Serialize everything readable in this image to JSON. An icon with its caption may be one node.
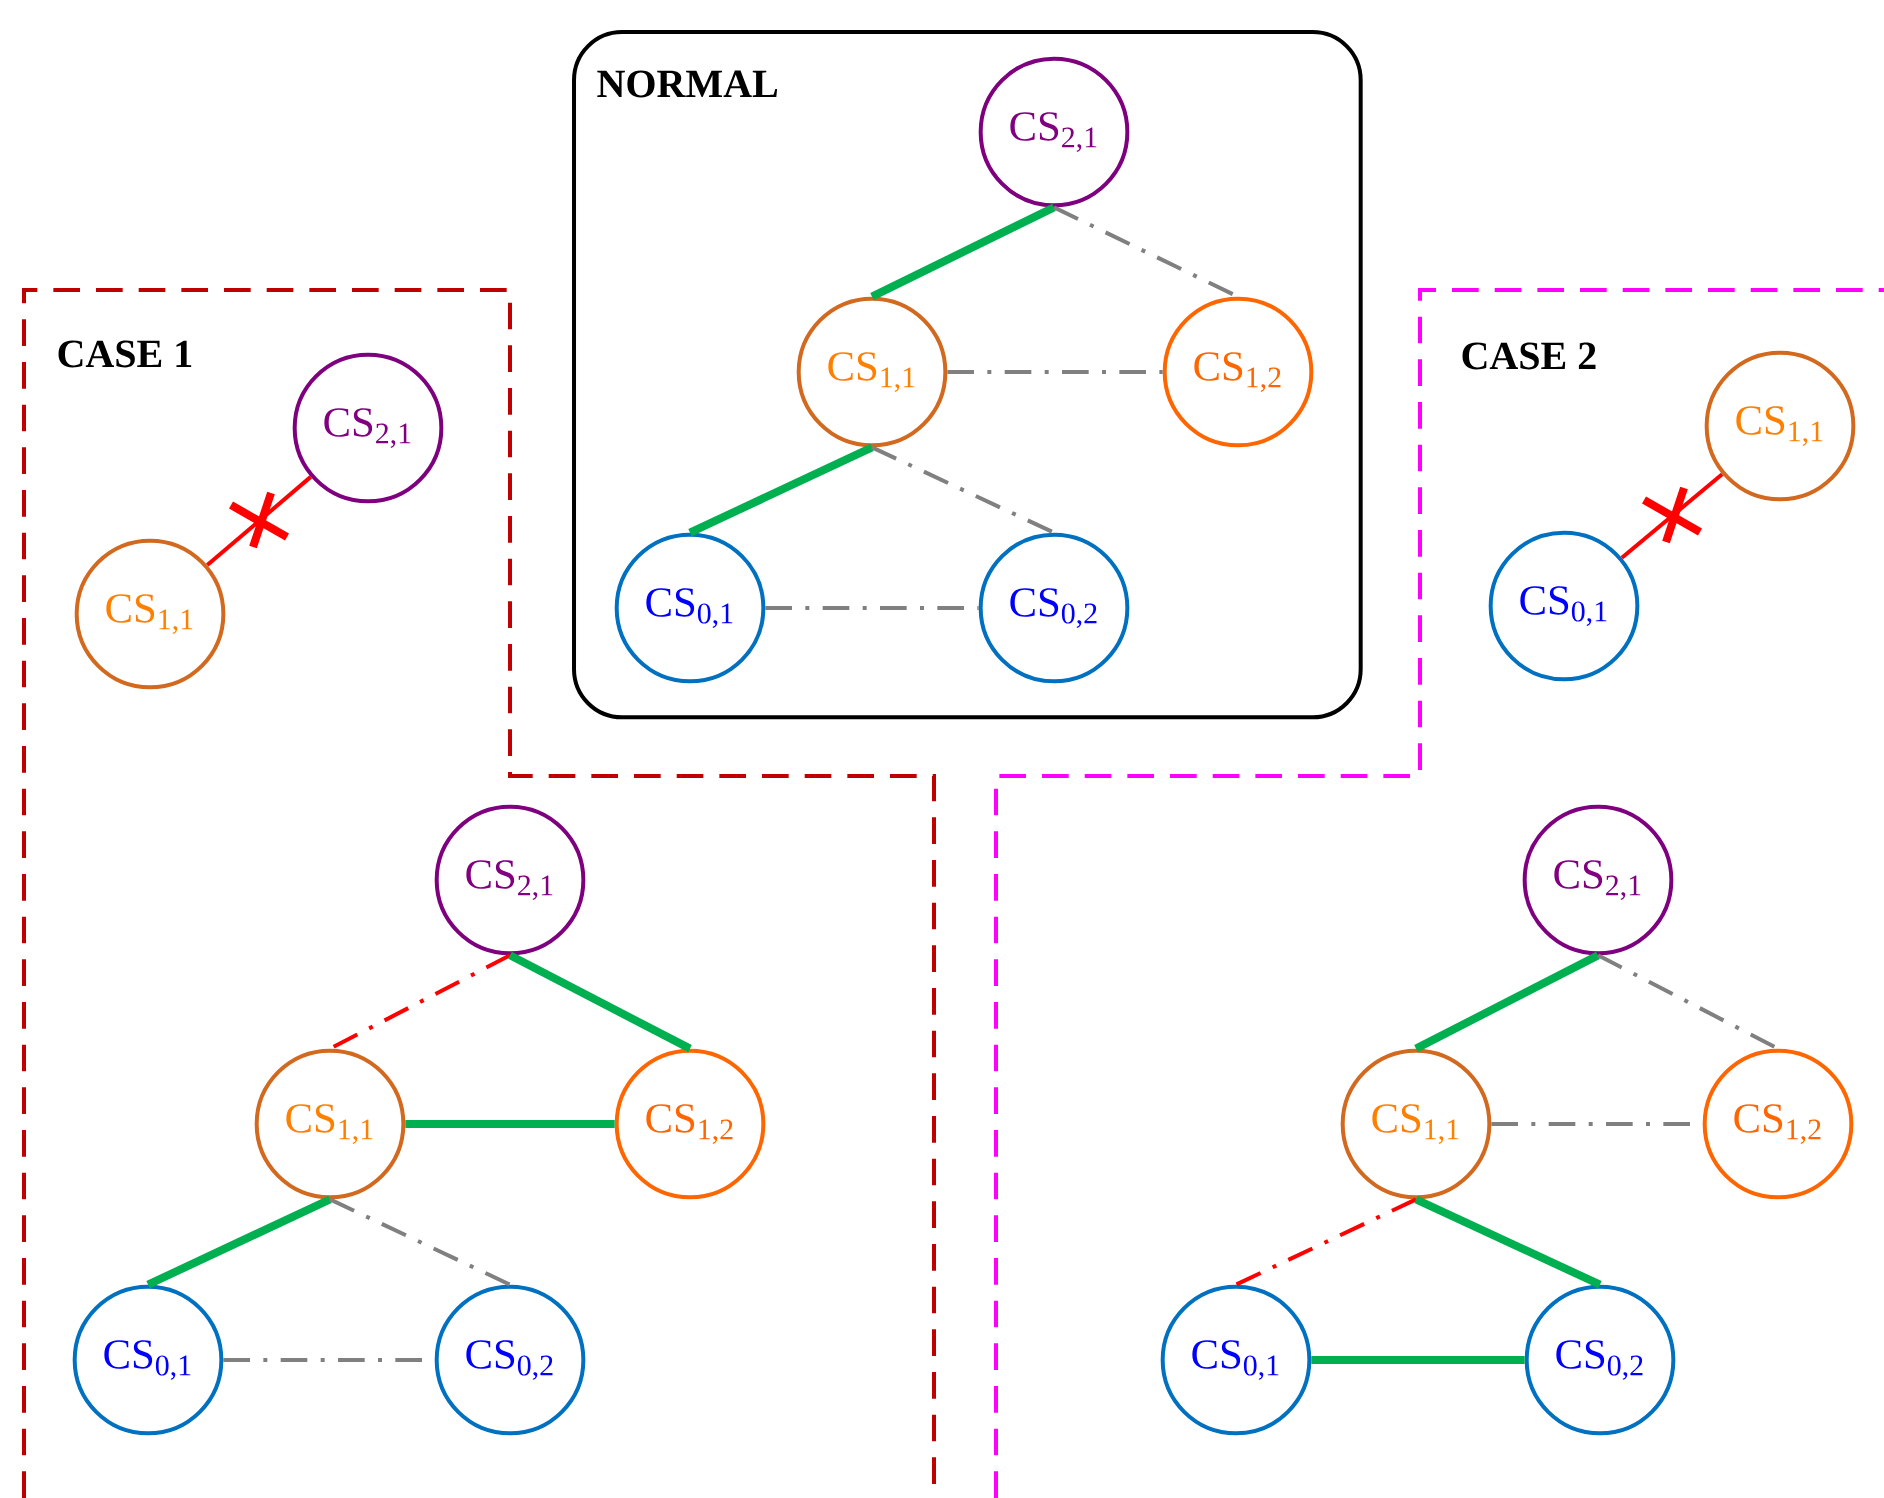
{
  "diagram": {
    "nodes": [
      {
        "text": [
          "NORMAL"
        ]
      },
      {
        "text": [
          "CS$_{2,1}$"
        ],
        "in": 0
      },
      {
        "text": [
          "CS$_{1,1}$"
        ],
        "in": 0
      },
      {
        "text": [
          "CS$_{1,2}$"
        ]
      },
      {
        "text": [
          "CS$_{0,1}$"
        ]
      },
      {
        "text": [
          "CS$_{0,2}$"
        ],
        "in": 0
      },
      {
        "text": [
          "CASE 1"
        ]
      },
      {
        "text": [
          "CS$_{2,1}$"
        ],
        "in": 6
      },
      {
        "text": [
          "CS$_{1,1}$"
        ],
        "in": 6
      },
      {
        "text": [
          "CS$_{2,1}$"
        ],
        "in": 6
      },
      {
        "text": [
          "CS$_{1,1}$"
        ],
        "in": 6
      },
      {
        "text": [
          "CS$_{1,2}$"
        ],
        "in": 6
      },
      {
        "text": [
          "CS$_{0,1}$"
        ],
        "in": 6
      },
      {
        "text": [
          "CS$_{0,2}$"
        ],
        "in": 6
      },
      {
        "text": [
          "CASE 2"
        ]
      },
      {
        "text": [
          "CS$_{1,1}$"
        ],
        "in": 14
      },
      {
        "text": [
          "CS$_{0,1}$"
        ],
        "in": 14
      },
      {
        "text": [
          "CS$_{2,1}$"
        ],
        "in": 14
      },
      {
        "text": [
          "CS$_{1,1}$"
        ],
        "in": 14
      },
      {
        "text": [
          "CS$_{1,2}$"
        ],
        "in": 14
      },
      {
        "text": [
          "CS$_{0,1}$"
        ],
        "in": 14
      },
      {
        "text": [
          "CS$_{0,2}$"
        ],
        "in": 14
      }
    ],
    "edges": [
      {
        "from": 1,
        "to": 2,
        "arrow": "none",
        "style": "thick",
        "color": "#00b050"
      },
      {
        "from": 1,
        "to": 3,
        "arrow": "none",
        "style": "dashed",
        "color": "#808080"
      },
      {
        "from": 2,
        "to": 3,
        "arrow": "none",
        "style": "dashed",
        "color": "#808080"
      },
      {
        "from": 2,
        "to": 4,
        "arrow": "none",
        "style": "thick",
        "color": "#00b050"
      },
      {
        "from": 2,
        "to": 5,
        "arrow": "none",
        "style": "dashed",
        "color": "#808080"
      },
      {
        "from": 4,
        "to": 5,
        "arrow": "none",
        "style": "dashed",
        "color": "#808080"
      },
      {
        "from": 8,
        "to": 7,
        "arrow": "none",
        "color": "#ff0000"
      },
      {
        "from": 9,
        "to": 10,
        "arrow": "none",
        "style": "dashed",
        "color": "#ff0000"
      },
      {
        "from": 9,
        "to": 11,
        "arrow": "none",
        "style": "thick",
        "color": "#00b050"
      },
      {
        "from": 10,
        "to": 11,
        "arrow": "none",
        "style": "thick",
        "color": "#00b050"
      },
      {
        "from": 10,
        "to": 12,
        "arrow": "none",
        "style": "thick",
        "color": "#00b050"
      },
      {
        "from": 10,
        "to": 13,
        "arrow": "none",
        "style": "dashed",
        "color": "#808080"
      },
      {
        "from": 12,
        "to": 13,
        "arrow": "none",
        "style": "dashed",
        "color": "#808080"
      },
      {
        "from": 16,
        "to": 15,
        "arrow": "none",
        "color": "#ff0000"
      },
      {
        "from": 17,
        "to": 18,
        "arrow": "none",
        "style": "thick",
        "color": "#00b050"
      },
      {
        "from": 17,
        "to": 19,
        "arrow": "none",
        "style": "dashed",
        "color": "#808080"
      },
      {
        "from": 18,
        "to": 19,
        "arrow": "none",
        "style": "dashed",
        "color": "#808080"
      },
      {
        "from": 18,
        "to": 20,
        "arrow": "none",
        "style": "dashed",
        "color": "#ff0000"
      },
      {
        "from": 18,
        "to": 21,
        "arrow": "none",
        "style": "thick",
        "color": "#00b050"
      },
      {
        "from": 20,
        "to": 21,
        "arrow": "none",
        "style": "thick",
        "color": "#00b050"
      }
    ]
  }
}
